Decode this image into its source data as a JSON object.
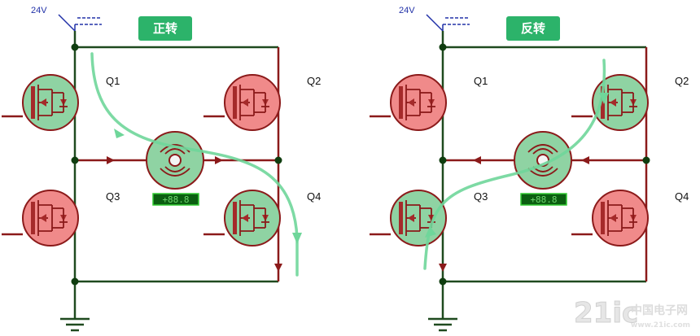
{
  "panels": [
    {
      "title": "正转",
      "supply": "24V",
      "transistors": [
        {
          "label": "Q1",
          "state": "on"
        },
        {
          "label": "Q2",
          "state": "off"
        },
        {
          "label": "Q3",
          "state": "off"
        },
        {
          "label": "Q4",
          "state": "on"
        }
      ],
      "meter_reading": "+88.8"
    },
    {
      "title": "反转",
      "supply": "24V",
      "transistors": [
        {
          "label": "Q1",
          "state": "off"
        },
        {
          "label": "Q2",
          "state": "on"
        },
        {
          "label": "Q3",
          "state": "on"
        },
        {
          "label": "Q4",
          "state": "off"
        }
      ],
      "meter_reading": "+88.8"
    }
  ],
  "colors": {
    "on": "#8fd3a3",
    "off": "#f08a8a",
    "title_bg": "#2cb36a",
    "flow": "#6fd69a",
    "wire_red": "#8b1a1a",
    "wire_dark": "#1f4a1f"
  },
  "watermark": {
    "main": "21ic",
    "sub": "中国电子网",
    "url": "www.21ic.com"
  }
}
